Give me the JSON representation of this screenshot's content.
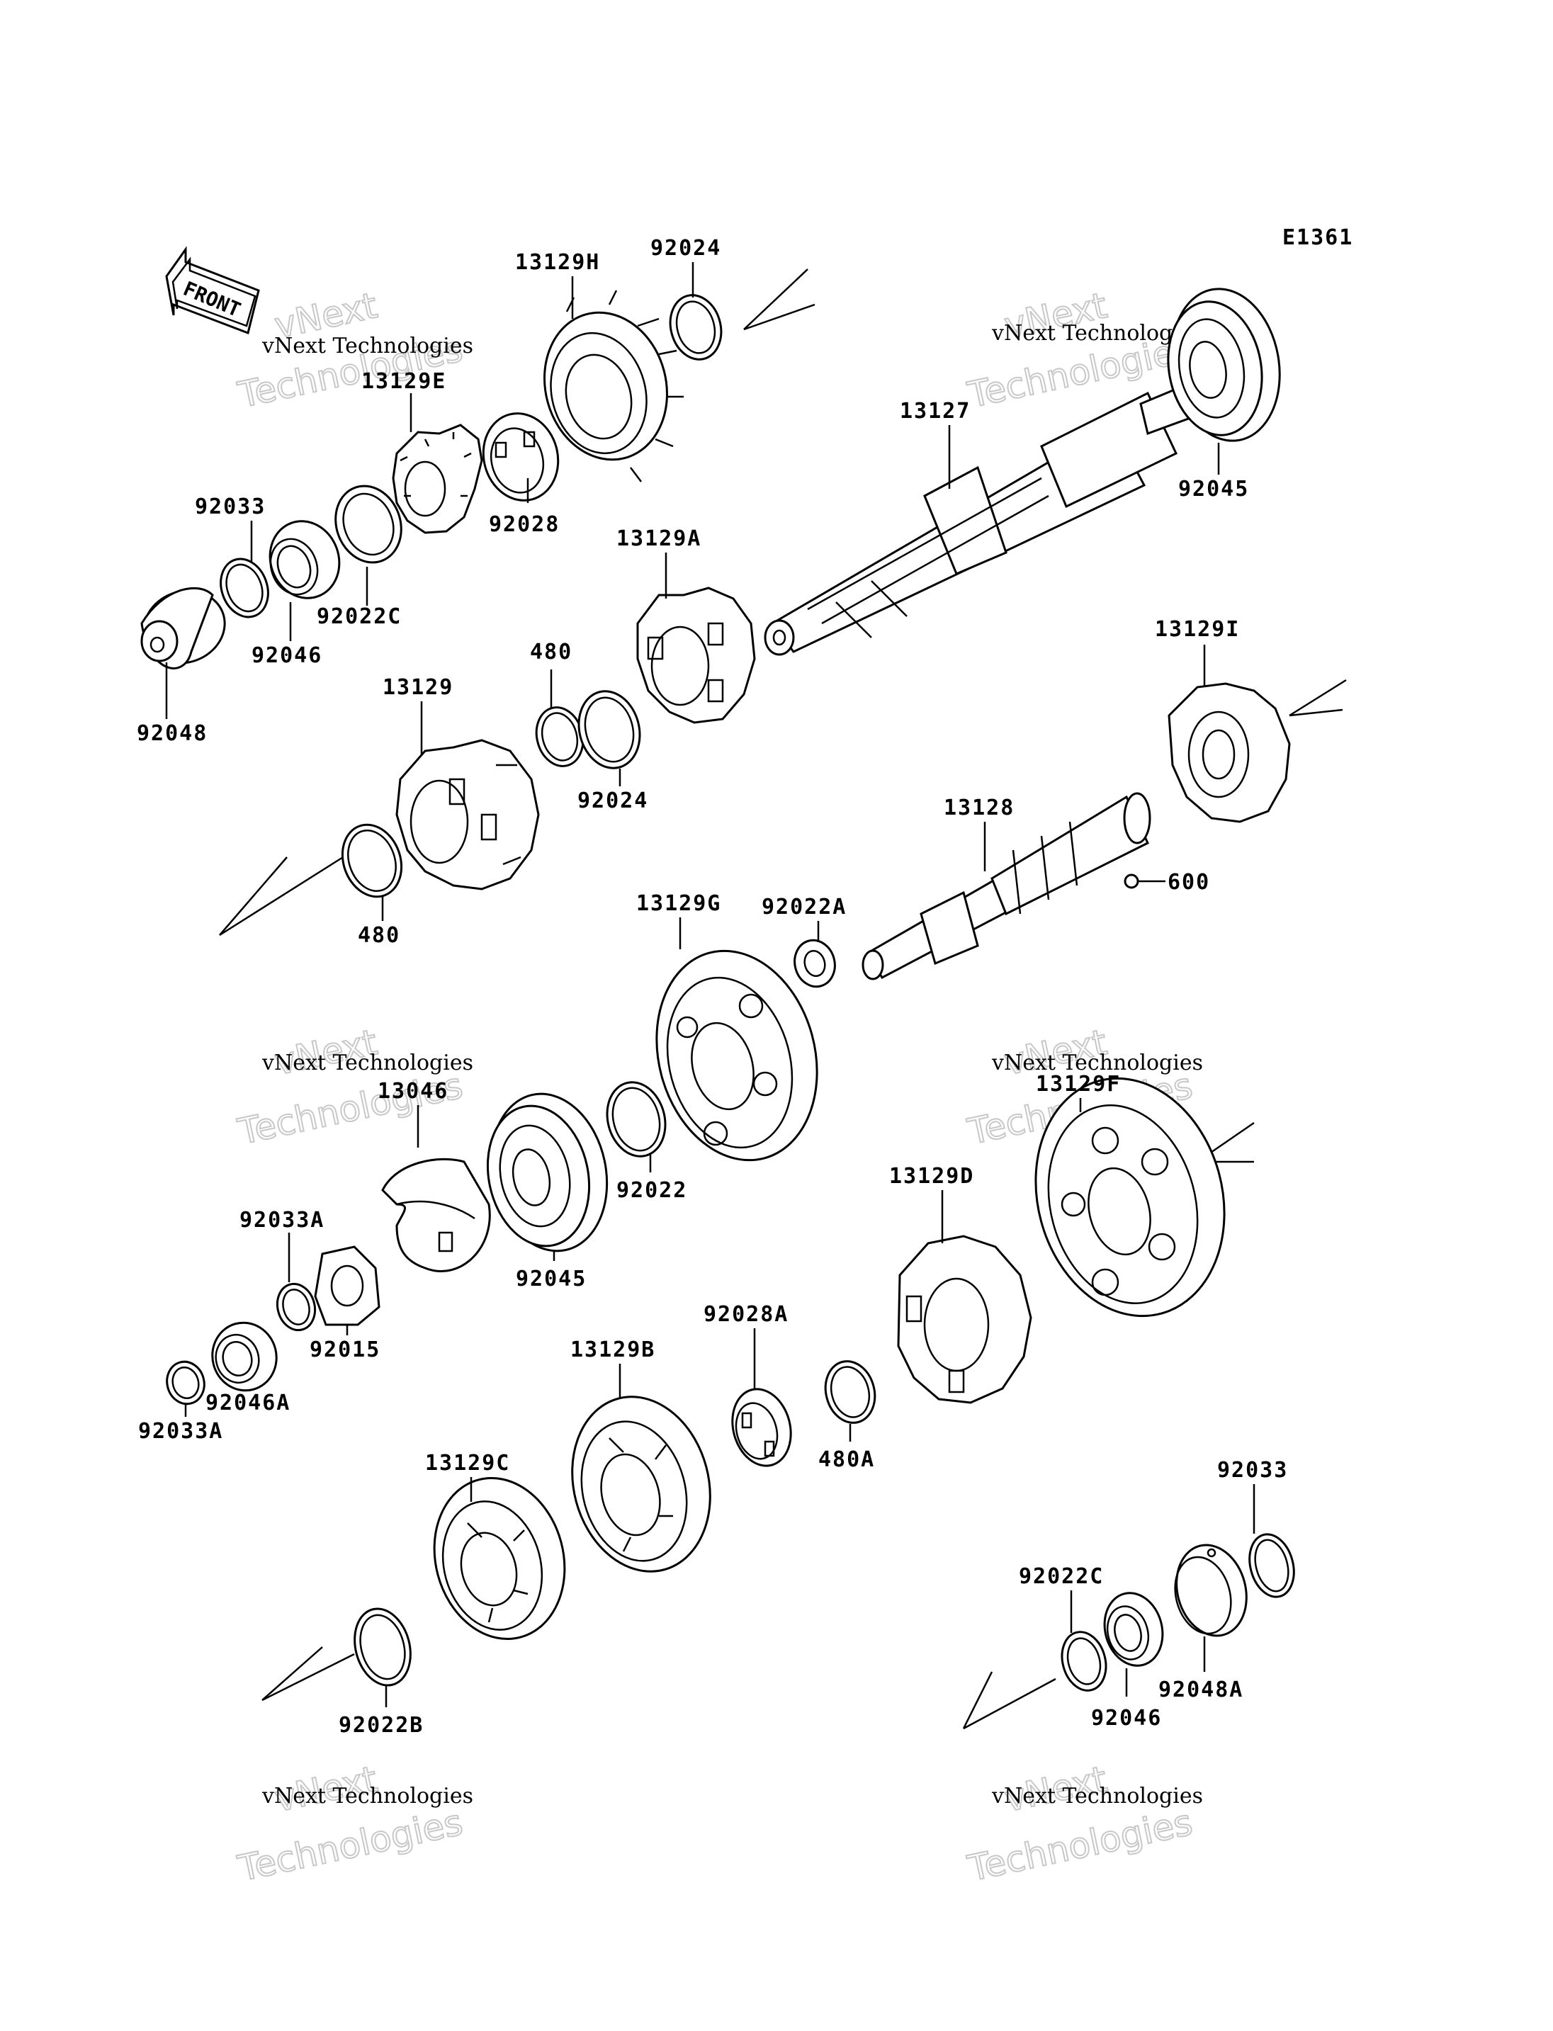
{
  "diagram_code": "E1361",
  "front_label": "FRONT",
  "watermark": {
    "small": "vNext Technologies",
    "big_top": "vNext",
    "big_bottom": "Technologies"
  },
  "labels": {
    "p13129H": "13129H",
    "p92024_top": "92024",
    "p13129E": "13129E",
    "p92028": "92028",
    "p92033_top": "92033",
    "p92022C_top": "92022C",
    "p92046_top": "92046",
    "p92048": "92048",
    "p13127": "13127",
    "p92045_top": "92045",
    "p13129A": "13129A",
    "p480_top": "480",
    "p92024_mid": "92024",
    "p13129": "13129",
    "p480_left": "480",
    "p13129I": "13129I",
    "p13128": "13128",
    "p600": "600",
    "p13129G": "13129G",
    "p92022A": "92022A",
    "p13046": "13046",
    "p92022": "92022",
    "p92045_mid": "92045",
    "p13129F": "13129F",
    "p13129D": "13129D",
    "p92033A_top": "92033A",
    "p92015": "92015",
    "p92046A": "92046A",
    "p92033A_bot": "92033A",
    "p13129B": "13129B",
    "p92028A": "92028A",
    "p480A": "480A",
    "p13129C": "13129C",
    "p92033_bot": "92033",
    "p92022C_bot": "92022C",
    "p92048A": "92048A",
    "p92046_bot": "92046",
    "p92022B": "92022B"
  }
}
